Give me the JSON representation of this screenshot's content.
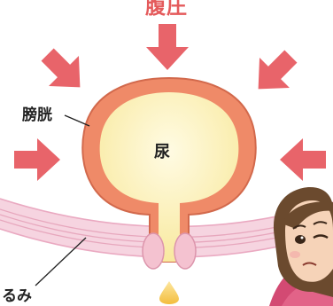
{
  "title": "腹圧",
  "labels": {
    "bladder": "膀胱",
    "urine": "尿",
    "pelvic_floor_slack": "るみ"
  },
  "icons": {
    "pressure_arrows": "arrow-icon",
    "character": "woman-face-icon",
    "leak_drop": "drop-icon"
  },
  "colors": {
    "title": "#e45a5b",
    "arrow": "#e8646a",
    "bladder_wall": "#ef8a68",
    "urine": "#fbeea8",
    "muscle": "#f2c4d4",
    "drop": "#f5c64e"
  }
}
